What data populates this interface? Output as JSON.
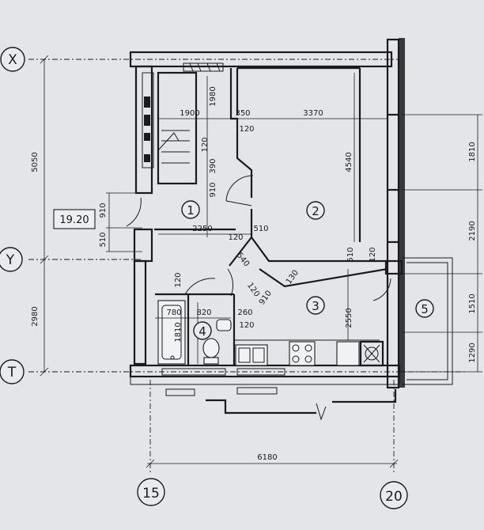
{
  "axes": {
    "rows": [
      "X",
      "Y",
      "T"
    ],
    "cols": [
      "15",
      "20"
    ]
  },
  "area_label": "19.20",
  "rooms": [
    "1",
    "2",
    "3",
    "4",
    "5"
  ],
  "dimensions": {
    "d1900": "1900",
    "d1980": "1980",
    "d350": "350",
    "d3370": "3370",
    "d120a": "120",
    "d120b": "120",
    "d390": "390",
    "d910a": "910",
    "d4540": "4540",
    "d910b": "910",
    "d510a": "510",
    "d2250": "2250",
    "d120c": "120",
    "d510b": "510",
    "d510c": "510",
    "d120d": "120",
    "d540": "540",
    "d130": "130",
    "d120e": "120",
    "d910c": "910",
    "d120f": "120",
    "d780": "780",
    "d820": "820",
    "d260": "260",
    "d1810a": "1810",
    "d120g": "120",
    "d2550": "2550",
    "d5050": "5050",
    "d2980": "2980",
    "d1810b": "1810",
    "d2190": "2190",
    "d1510": "1510",
    "d1290": "1290",
    "d6180": "6180"
  }
}
